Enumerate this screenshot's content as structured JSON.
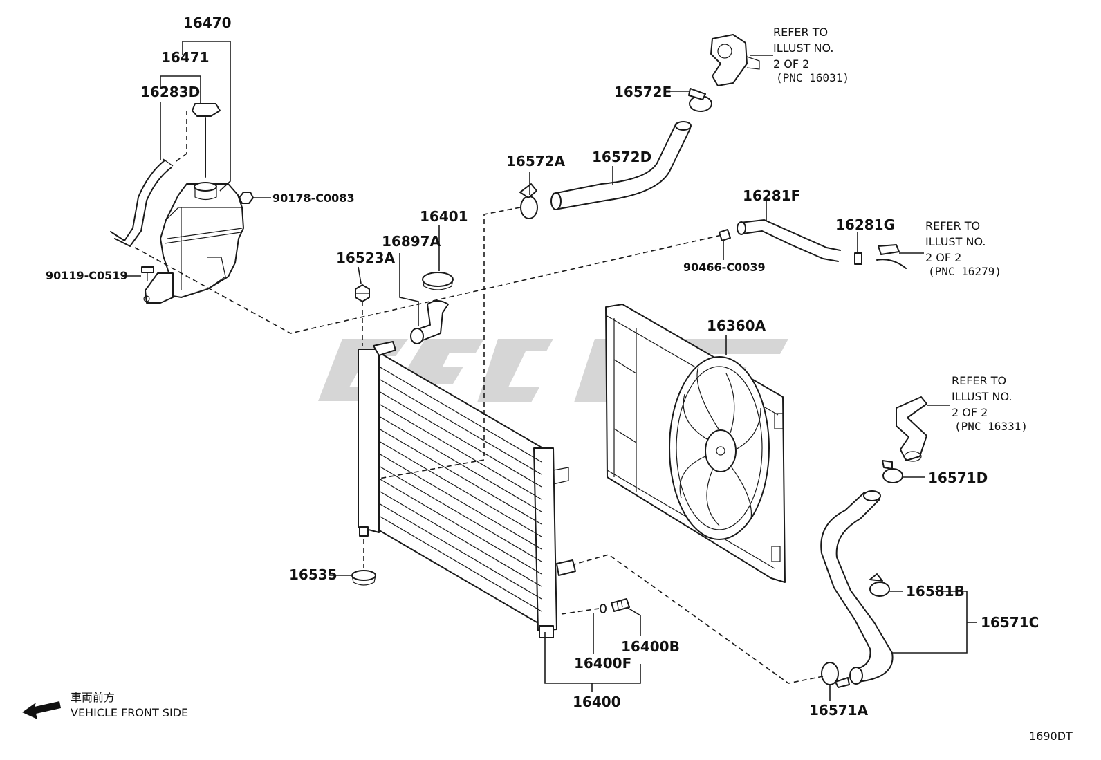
{
  "labels": {
    "p16470": "16470",
    "p16471": "16471",
    "p16283D": "16283D",
    "p90178": "90178-C0083",
    "p90119": "90119-C0519",
    "p16523A": "16523A",
    "p16897A": "16897A",
    "p16401": "16401",
    "p16572A": "16572A",
    "p16572D": "16572D",
    "p16572E": "16572E",
    "p16281F": "16281F",
    "p16281G": "16281G",
    "p90466": "90466-C0039",
    "p16360A": "16360A",
    "p16571D": "16571D",
    "p16581B": "16581B",
    "p16571C": "16571C",
    "p16571A": "16571A",
    "p16535": "16535",
    "p16400B": "16400B",
    "p16400F": "16400F",
    "p16400": "16400"
  },
  "refs": {
    "ref1": [
      "REFER TO",
      "ILLUST NO.",
      "2 OF 2",
      "(PNC 16031)"
    ],
    "ref2": [
      "REFER TO",
      "ILLUST NO.",
      "2 OF 2",
      "(PNC 16279)"
    ],
    "ref3": [
      "REFER TO",
      "ILLUST NO.",
      "2 OF 2",
      "(PNC 16331)"
    ]
  },
  "direction": {
    "jp": "車両前方",
    "en": "VEHICLE FRONT SIDE"
  },
  "diagram_code": "1690DT"
}
